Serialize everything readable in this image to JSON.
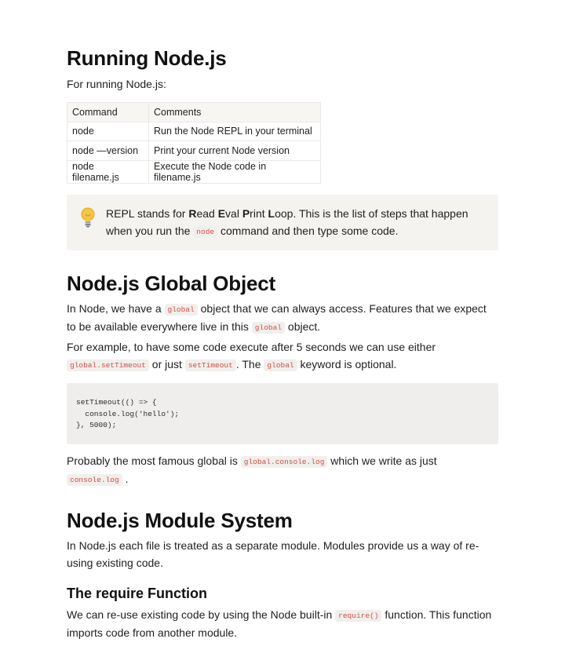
{
  "section1": {
    "heading": "Running Node.js",
    "intro": "For running Node.js:",
    "table": {
      "headers": [
        "Command",
        "Comments"
      ],
      "rows": [
        [
          "node",
          "Run the Node REPL in your terminal"
        ],
        [
          "node —version",
          "Print your current Node version"
        ],
        [
          "node filename.js",
          "Execute the Node code in filename.js"
        ]
      ]
    },
    "callout": {
      "icon": "lightbulb-icon",
      "t1": "REPL stands for ",
      "r": "R",
      "ead": "ead ",
      "e": "E",
      "val": "val ",
      "p": "P",
      "rint": "rint ",
      "l": "L",
      "oop": "oop",
      "t2": ". This is the list of steps that happen when you run the ",
      "code": "node",
      "t3": " command and then type some code."
    }
  },
  "section2": {
    "heading": "Node.js Global Object",
    "p1": {
      "t1": "In Node, we have a ",
      "c1": "global",
      "t2": " object that we can always access. Features that we expect to be available everywhere live in this ",
      "c2": "global",
      "t3": " object."
    },
    "p2": {
      "t1": "For example, to have some code execute after 5 seconds we can use either ",
      "c1": "global.setTimeout",
      "t2": " or just ",
      "c2": "setTimeout",
      "t3": ". The ",
      "c3": "global",
      "t4": " keyword is optional."
    },
    "code_block": "setTimeout(() => {\n  console.log('hello');\n}, 5000);",
    "p3": {
      "t1": "Probably the most famous global is ",
      "c1": "global.console.log",
      "t2": " which we write as just ",
      "c2": "console.log",
      "t3": " ."
    }
  },
  "section3": {
    "heading": "Node.js Module System",
    "p1": "In Node.js each file is treated as a separate module. Modules provide us a way of re-using existing code.",
    "subheading": "The require Function",
    "p2": {
      "t1": "We can re-use existing code by using the Node built-in ",
      "c1": "require()",
      "t2": " function. This function imports code from another module."
    }
  },
  "colors": {
    "inline_code_text": "#d44c47",
    "inline_code_bg": "#f1efec",
    "callout_bg": "#f5f3ef",
    "code_block_bg": "#efeeec",
    "table_header_bg": "#f7f6f3"
  }
}
